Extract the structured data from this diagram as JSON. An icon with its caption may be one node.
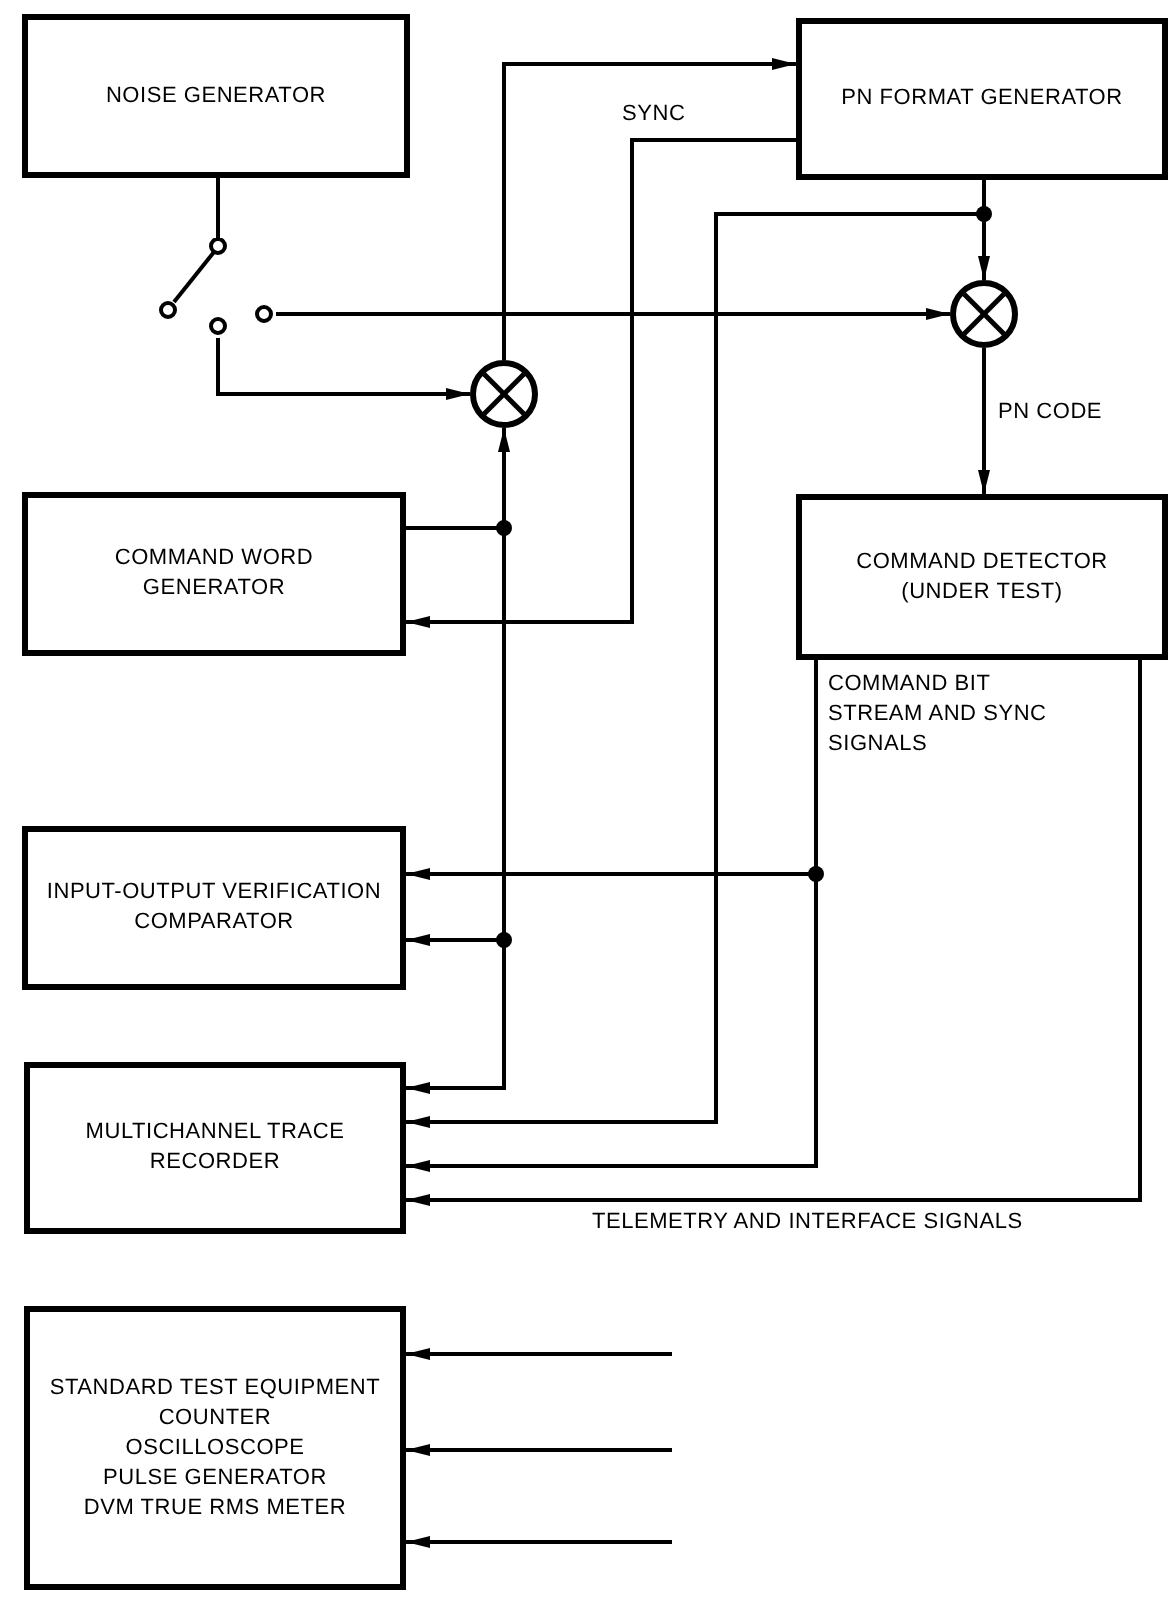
{
  "diagram": {
    "nodes": [
      {
        "text": [
          "NOISE GENERATOR"
        ]
      },
      {
        "text": [
          "PN FORMAT GENERATOR"
        ]
      },
      {
        "text": [],
        "shape": "picture"
      },
      {
        "text": [],
        "shape": "circle"
      },
      {
        "text": [],
        "shape": "circle"
      },
      {
        "text": [
          "COMMAND WORD GENERATOR"
        ]
      },
      {
        "text": [
          "COMMAND DETECTOR (UNDER TEST)"
        ]
      },
      {
        "text": [
          "INPUT-OUTPUT VERIFICATION COMPARATOR"
        ]
      },
      {
        "text": [
          "MULTICHANNEL TRACE RECORDER"
        ]
      },
      {
        "text": [
          "STANDARD TEST EQUIPMENT",
          "COUNTER",
          "OSCILLOSCOPE",
          "PULSE GENERATOR",
          "DVM TRUE RMS METER"
        ]
      }
    ],
    "edges": [
      {
        "from": 0,
        "to": 2,
        "arrow": "none"
      },
      {
        "from": 2,
        "to": 3,
        "arrow": "to"
      },
      {
        "from": 2,
        "to": 4,
        "arrow": "to"
      },
      {
        "from": 4,
        "to": 1,
        "arrow": "to"
      },
      {
        "from": 1,
        "to": 5,
        "arrow": "to",
        "label": "SYNC"
      },
      {
        "from": 5,
        "to": 4,
        "arrow": "to"
      },
      {
        "from": 5,
        "to": 7,
        "arrow": "to"
      },
      {
        "from": 5,
        "to": 8,
        "arrow": "to"
      },
      {
        "from": 1,
        "to": 3,
        "arrow": "to"
      },
      {
        "from": 1,
        "to": 8,
        "arrow": "to"
      },
      {
        "from": 3,
        "to": 6,
        "arrow": "to",
        "label": "PN CODE"
      },
      {
        "from": 6,
        "to": 7,
        "arrow": "to",
        "label": "COMMAND BIT STREAM AND SYNC SIGNALS"
      },
      {
        "from": 6,
        "to": 8,
        "arrow": "to"
      },
      {
        "from": 6,
        "to": 8,
        "arrow": "to",
        "label": "TELEMETRY AND INTERFACE SIGNALS"
      },
      {
        "from": null,
        "to": 9,
        "arrow": "to"
      },
      {
        "from": null,
        "to": 9,
        "arrow": "to"
      },
      {
        "from": null,
        "to": 9,
        "arrow": "to"
      }
    ]
  }
}
